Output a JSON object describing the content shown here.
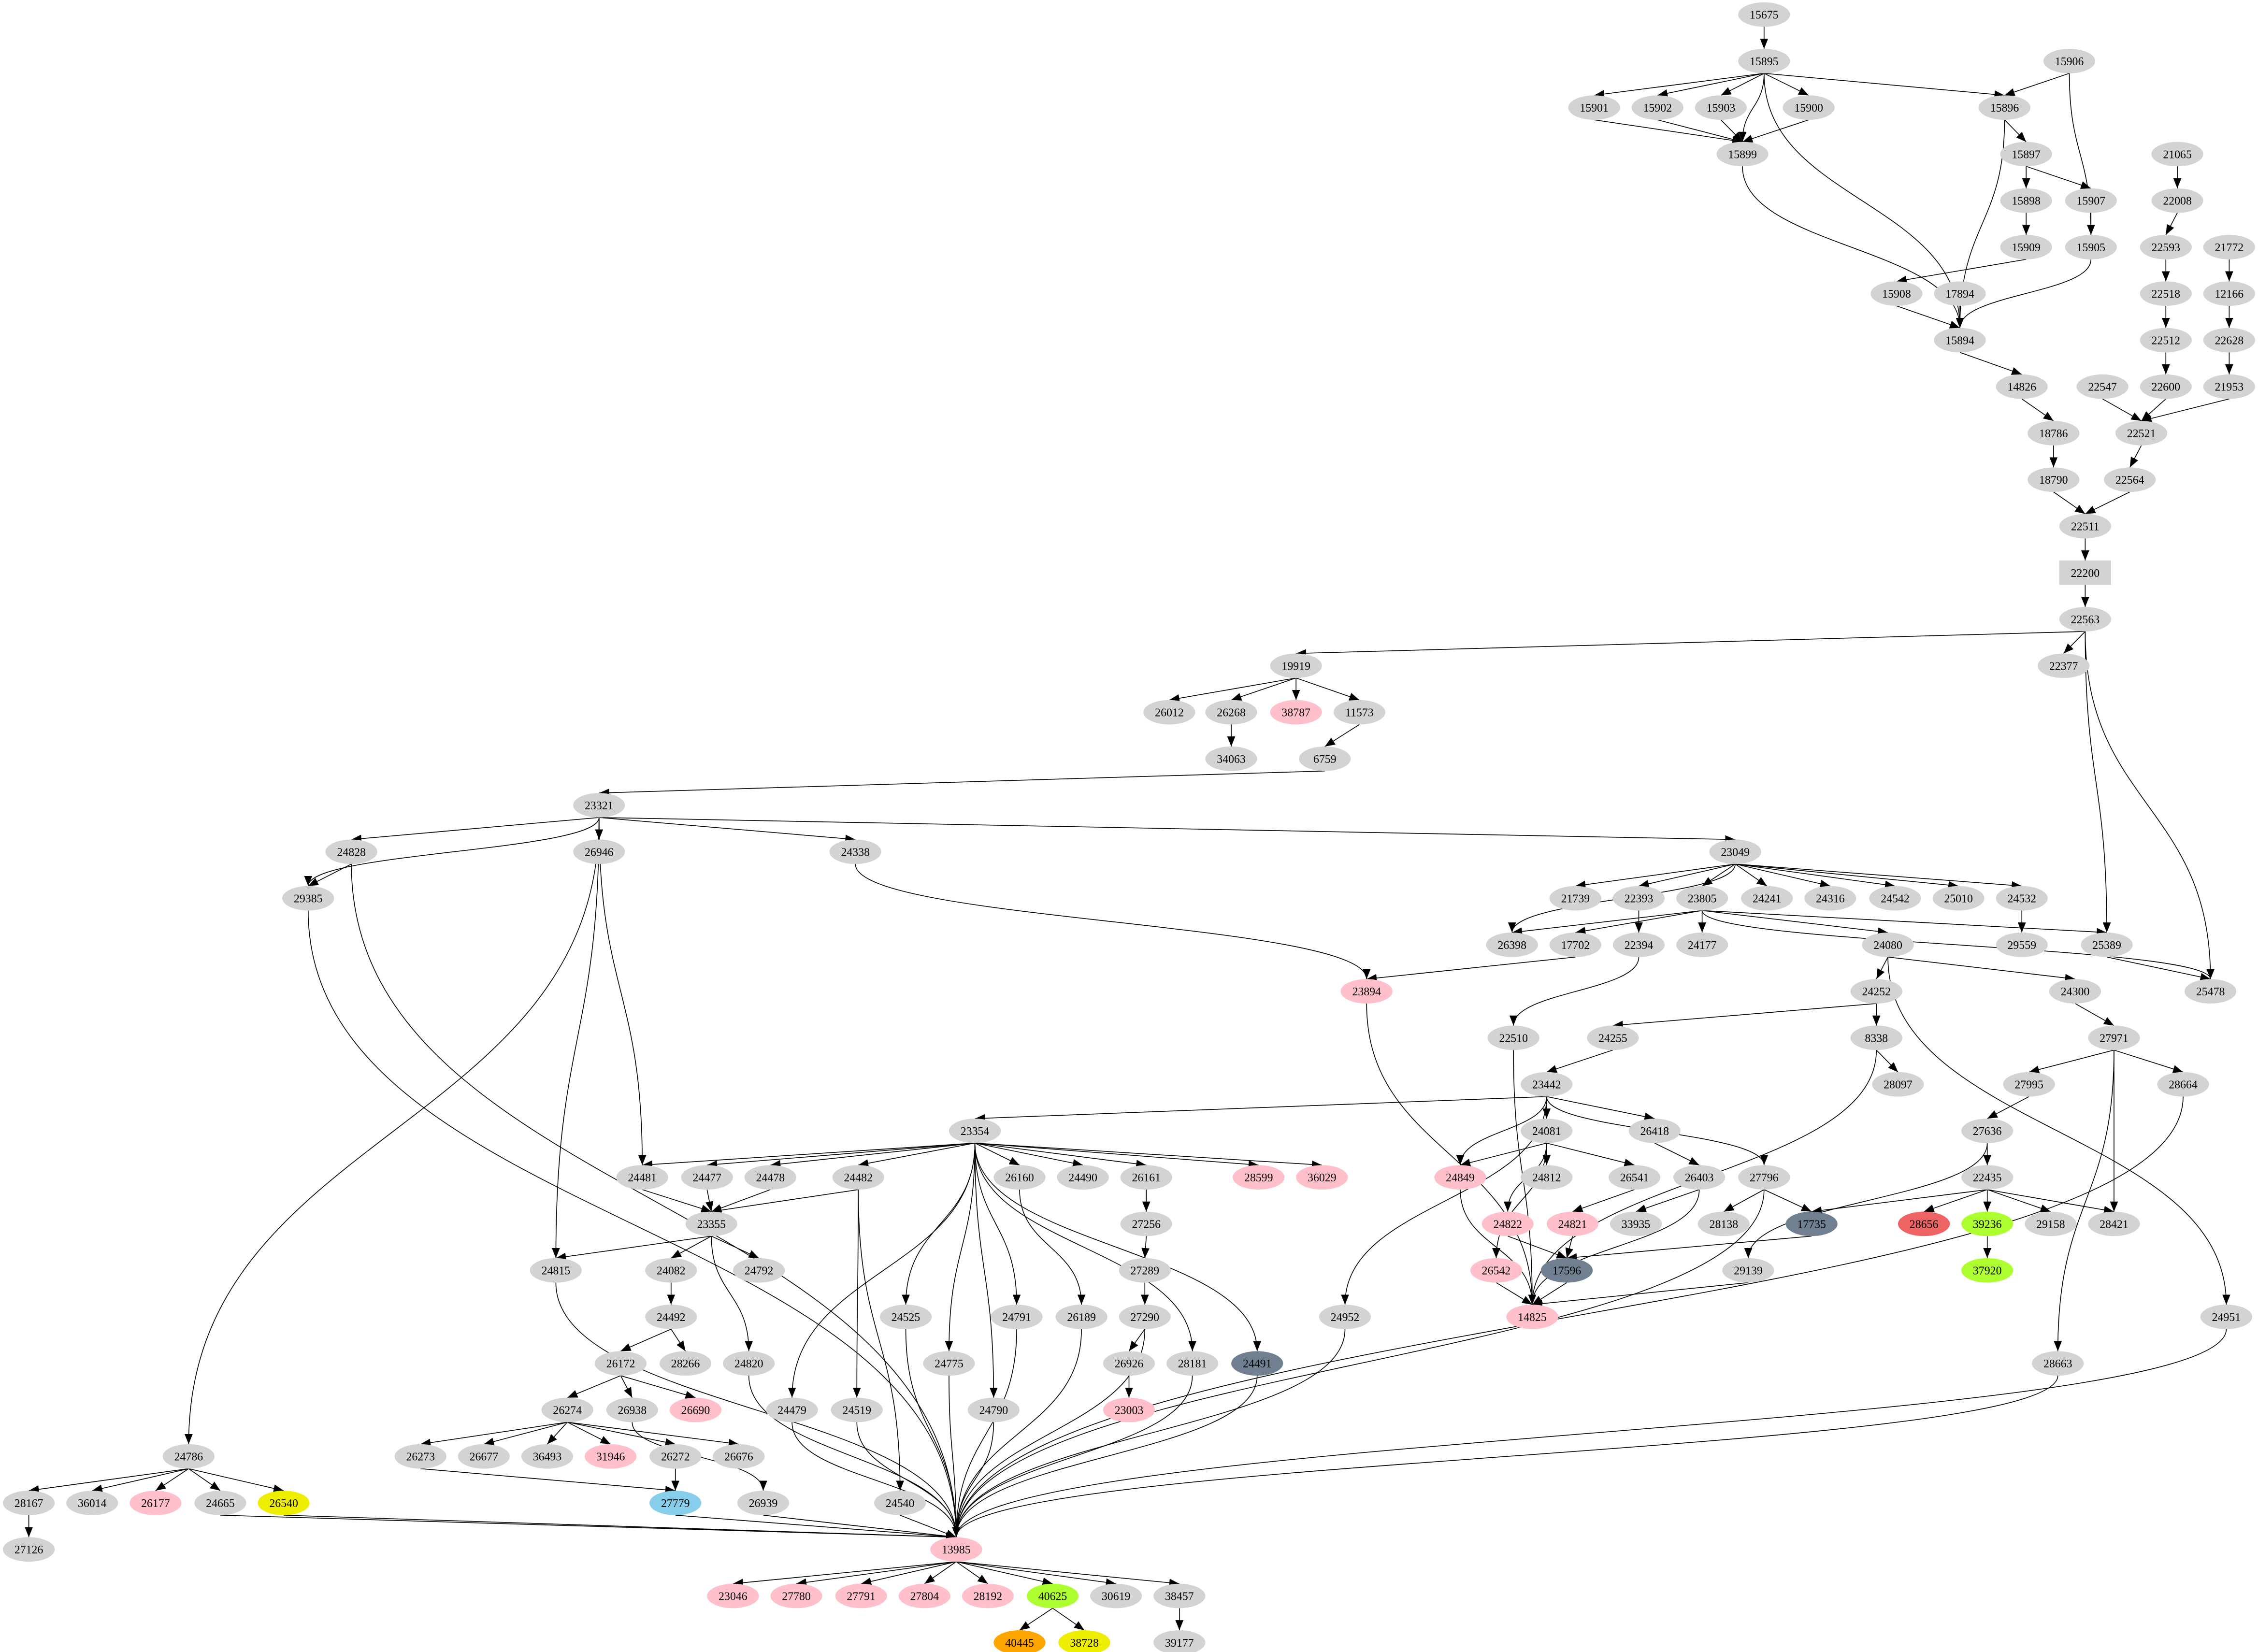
{
  "colors": {
    "default": "#d3d3d3",
    "pink": "#ffc0cb",
    "slate": "#708090",
    "skyblue": "#87ceeb",
    "yellow": "#eeee00",
    "green": "#adff2f",
    "orange": "#ffa500",
    "red": "#ee6363"
  },
  "special_nodes": {
    "pink": [
      "38787",
      "23894",
      "28599",
      "36029",
      "24849",
      "24822",
      "24821",
      "26542",
      "14825",
      "26690",
      "31946",
      "26177",
      "23003",
      "13985",
      "23046",
      "27780",
      "27791",
      "27804",
      "28192"
    ],
    "slate": [
      "17735",
      "17596",
      "24491"
    ],
    "skyblue": [
      "27779"
    ],
    "yellow": [
      "26540",
      "38728"
    ],
    "green": [
      "39236",
      "37920",
      "40625"
    ],
    "orange": [
      "40445"
    ],
    "red": [
      "28656"
    ],
    "box": [
      "22200"
    ]
  },
  "nodes": [
    "15675",
    "15895",
    "15906",
    "15901",
    "15902",
    "15903",
    "15900",
    "15896",
    "15899",
    "15897",
    "21065",
    "15898",
    "15907",
    "22008",
    "15909",
    "15905",
    "22593",
    "21772",
    "15908",
    "17894",
    "22518",
    "12166",
    "15894",
    "22512",
    "22628",
    "14826",
    "22547",
    "22600",
    "21953",
    "18786",
    "22521",
    "18790",
    "22564",
    "22511",
    "22200",
    "22563",
    "19919",
    "22377",
    "26012",
    "26268",
    "38787",
    "11573",
    "34063",
    "6759",
    "23321",
    "24828",
    "26946",
    "24338",
    "23049",
    "29385",
    "21739",
    "22393",
    "23805",
    "24241",
    "24316",
    "24542",
    "25010",
    "24532",
    "26398",
    "17702",
    "22394",
    "24177",
    "24080",
    "29559",
    "25389",
    "23894",
    "24252",
    "24300",
    "25478",
    "22510",
    "24255",
    "8338",
    "27971",
    "23442",
    "28097",
    "27995",
    "28664",
    "23354",
    "24081",
    "26418",
    "27636",
    "24481",
    "24477",
    "24478",
    "24482",
    "26160",
    "24490",
    "26161",
    "28599",
    "36029",
    "24849",
    "24812",
    "26541",
    "26403",
    "27796",
    "22435",
    "23355",
    "27256",
    "24822",
    "24821",
    "33935",
    "28138",
    "17735",
    "28656",
    "39236",
    "29158",
    "28421",
    "24815",
    "24082",
    "24792",
    "27289",
    "26542",
    "17596",
    "29139",
    "37920",
    "24492",
    "24525",
    "24791",
    "26189",
    "27290",
    "24952",
    "14825",
    "24951",
    "26172",
    "28266",
    "24820",
    "24775",
    "26926",
    "28181",
    "24491",
    "28663",
    "26274",
    "26938",
    "26690",
    "24479",
    "24519",
    "24790",
    "23003",
    "24786",
    "26273",
    "26677",
    "36493",
    "31946",
    "26272",
    "26676",
    "28167",
    "36014",
    "26177",
    "24665",
    "26540",
    "27779",
    "26939",
    "24540",
    "27126",
    "13985",
    "23046",
    "27780",
    "27791",
    "27804",
    "28192",
    "40625",
    "30619",
    "38457",
    "40445",
    "38728",
    "39177"
  ],
  "edges": [
    [
      "15675",
      "15895"
    ],
    [
      "15895",
      "15901"
    ],
    [
      "15895",
      "15902"
    ],
    [
      "15895",
      "15903"
    ],
    [
      "15895",
      "15900"
    ],
    [
      "15895",
      "15899"
    ],
    [
      "15895",
      "15896"
    ],
    [
      "15895",
      "15894"
    ],
    [
      "15901",
      "15899"
    ],
    [
      "15902",
      "15899"
    ],
    [
      "15903",
      "15899"
    ],
    [
      "15900",
      "15899"
    ],
    [
      "15899",
      "15894"
    ],
    [
      "15906",
      "15896"
    ],
    [
      "15906",
      "15905"
    ],
    [
      "15896",
      "15897"
    ],
    [
      "15896",
      "15894"
    ],
    [
      "15897",
      "15898"
    ],
    [
      "15897",
      "15907"
    ],
    [
      "15898",
      "15909"
    ],
    [
      "15907",
      "15905"
    ],
    [
      "15909",
      "15908"
    ],
    [
      "15905",
      "15894"
    ],
    [
      "15908",
      "15894"
    ],
    [
      "17894",
      "15894"
    ],
    [
      "15894",
      "14826"
    ],
    [
      "14826",
      "18786"
    ],
    [
      "18786",
      "18790"
    ],
    [
      "18790",
      "22511"
    ],
    [
      "21065",
      "22008"
    ],
    [
      "22008",
      "22593"
    ],
    [
      "22593",
      "22518"
    ],
    [
      "22518",
      "22512"
    ],
    [
      "22512",
      "22600"
    ],
    [
      "22600",
      "22521"
    ],
    [
      "21772",
      "12166"
    ],
    [
      "12166",
      "22628"
    ],
    [
      "22628",
      "21953"
    ],
    [
      "21953",
      "22521"
    ],
    [
      "22547",
      "22521"
    ],
    [
      "22521",
      "22564"
    ],
    [
      "22564",
      "22511"
    ],
    [
      "22511",
      "22200"
    ],
    [
      "22200",
      "22563"
    ],
    [
      "22563",
      "19919"
    ],
    [
      "22563",
      "22377"
    ],
    [
      "22563",
      "25389"
    ],
    [
      "22563",
      "25478"
    ],
    [
      "19919",
      "26012"
    ],
    [
      "19919",
      "26268"
    ],
    [
      "19919",
      "38787"
    ],
    [
      "19919",
      "11573"
    ],
    [
      "26268",
      "34063"
    ],
    [
      "11573",
      "6759"
    ],
    [
      "6759",
      "23321"
    ],
    [
      "23321",
      "29385"
    ],
    [
      "23321",
      "24828"
    ],
    [
      "23321",
      "24786"
    ],
    [
      "23321",
      "26946"
    ],
    [
      "23321",
      "24338"
    ],
    [
      "23321",
      "23049"
    ],
    [
      "23321",
      "24815"
    ],
    [
      "23321",
      "24481"
    ],
    [
      "24828",
      "29385"
    ],
    [
      "24828",
      "13985"
    ],
    [
      "29385",
      "13985"
    ],
    [
      "24338",
      "23894"
    ],
    [
      "23049",
      "26398"
    ],
    [
      "23049",
      "21739"
    ],
    [
      "23049",
      "22393"
    ],
    [
      "23049",
      "23805"
    ],
    [
      "23049",
      "24241"
    ],
    [
      "23049",
      "24316"
    ],
    [
      "23049",
      "24542"
    ],
    [
      "23049",
      "25010"
    ],
    [
      "23049",
      "24532"
    ],
    [
      "22393",
      "22394"
    ],
    [
      "23805",
      "26398"
    ],
    [
      "23805",
      "17702"
    ],
    [
      "23805",
      "24177"
    ],
    [
      "23805",
      "24080"
    ],
    [
      "23805",
      "25389"
    ],
    [
      "23805",
      "25478"
    ],
    [
      "24532",
      "29559"
    ],
    [
      "25389",
      "25478"
    ],
    [
      "17702",
      "23894"
    ],
    [
      "22394",
      "22510"
    ],
    [
      "23894",
      "14825"
    ],
    [
      "22510",
      "14825"
    ],
    [
      "24080",
      "24252"
    ],
    [
      "24080",
      "24300"
    ],
    [
      "24080",
      "24951"
    ],
    [
      "24252",
      "24255"
    ],
    [
      "24252",
      "8338"
    ],
    [
      "24300",
      "27971"
    ],
    [
      "8338",
      "28097"
    ],
    [
      "8338",
      "14825"
    ],
    [
      "24255",
      "23442"
    ],
    [
      "23442",
      "23354"
    ],
    [
      "23442",
      "24081"
    ],
    [
      "23442",
      "26418"
    ],
    [
      "23442",
      "27796"
    ],
    [
      "23442",
      "24849"
    ],
    [
      "23442",
      "24952"
    ],
    [
      "24081",
      "24849"
    ],
    [
      "24081",
      "24812"
    ],
    [
      "24081",
      "26541"
    ],
    [
      "24081",
      "24822"
    ],
    [
      "24081",
      "26542"
    ],
    [
      "26418",
      "26403"
    ],
    [
      "26541",
      "24821"
    ],
    [
      "26403",
      "33935"
    ],
    [
      "26403",
      "14825"
    ],
    [
      "27796",
      "28138"
    ],
    [
      "27796",
      "17735"
    ],
    [
      "27796",
      "13985"
    ],
    [
      "24822",
      "17596"
    ],
    [
      "24821",
      "17596"
    ],
    [
      "17735",
      "17596"
    ],
    [
      "26542",
      "14825"
    ],
    [
      "17596",
      "14825"
    ],
    [
      "29139",
      "14825"
    ],
    [
      "24849",
      "14825"
    ],
    [
      "27971",
      "27995"
    ],
    [
      "27971",
      "28664"
    ],
    [
      "27971",
      "28421"
    ],
    [
      "27971",
      "28663"
    ],
    [
      "27995",
      "27636"
    ],
    [
      "27636",
      "22435"
    ],
    [
      "27636",
      "29139"
    ],
    [
      "22435",
      "17735"
    ],
    [
      "22435",
      "28656"
    ],
    [
      "22435",
      "39236"
    ],
    [
      "22435",
      "29158"
    ],
    [
      "22435",
      "28421"
    ],
    [
      "39236",
      "37920"
    ],
    [
      "28664",
      "13985"
    ],
    [
      "28663",
      "13985"
    ],
    [
      "24951",
      "13985"
    ],
    [
      "24952",
      "13985"
    ],
    [
      "23354",
      "24481"
    ],
    [
      "23354",
      "24477"
    ],
    [
      "23354",
      "24478"
    ],
    [
      "23354",
      "24482"
    ],
    [
      "23354",
      "26160"
    ],
    [
      "23354",
      "24490"
    ],
    [
      "23354",
      "26161"
    ],
    [
      "23354",
      "28599"
    ],
    [
      "23354",
      "36029"
    ],
    [
      "23354",
      "24479"
    ],
    [
      "23354",
      "24525"
    ],
    [
      "23354",
      "24775"
    ],
    [
      "23354",
      "24790"
    ],
    [
      "23354",
      "24791"
    ],
    [
      "23354",
      "28181"
    ],
    [
      "23354",
      "24491"
    ],
    [
      "24481",
      "23355"
    ],
    [
      "24477",
      "23355"
    ],
    [
      "24478",
      "23355"
    ],
    [
      "24482",
      "23355"
    ],
    [
      "24482",
      "24519"
    ],
    [
      "24482",
      "24540"
    ],
    [
      "23355",
      "24815"
    ],
    [
      "23355",
      "24082"
    ],
    [
      "23355",
      "24792"
    ],
    [
      "23355",
      "24820"
    ],
    [
      "24082",
      "24492"
    ],
    [
      "24492",
      "26172"
    ],
    [
      "24492",
      "28266"
    ],
    [
      "26172",
      "26274"
    ],
    [
      "26172",
      "26938"
    ],
    [
      "26172",
      "26690"
    ],
    [
      "26274",
      "26273"
    ],
    [
      "26274",
      "26677"
    ],
    [
      "26274",
      "36493"
    ],
    [
      "26274",
      "31946"
    ],
    [
      "26274",
      "26272"
    ],
    [
      "26274",
      "26676"
    ],
    [
      "26938",
      "26939"
    ],
    [
      "26273",
      "27779"
    ],
    [
      "26272",
      "27779"
    ],
    [
      "24786",
      "28167"
    ],
    [
      "24786",
      "36014"
    ],
    [
      "24786",
      "26177"
    ],
    [
      "24786",
      "24665"
    ],
    [
      "24786",
      "26540"
    ],
    [
      "28167",
      "27126"
    ],
    [
      "24665",
      "13985"
    ],
    [
      "26540",
      "13985"
    ],
    [
      "24815",
      "13985"
    ],
    [
      "27779",
      "13985"
    ],
    [
      "26939",
      "13985"
    ],
    [
      "24540",
      "13985"
    ],
    [
      "24820",
      "13985"
    ],
    [
      "24479",
      "13985"
    ],
    [
      "24519",
      "13985"
    ],
    [
      "24525",
      "13985"
    ],
    [
      "24775",
      "13985"
    ],
    [
      "24790",
      "13985"
    ],
    [
      "24791",
      "13985"
    ],
    [
      "26189",
      "13985"
    ],
    [
      "27290",
      "13985"
    ],
    [
      "28181",
      "13985"
    ],
    [
      "24491",
      "13985"
    ],
    [
      "26160",
      "26189"
    ],
    [
      "26161",
      "27256"
    ],
    [
      "27256",
      "27289"
    ],
    [
      "27289",
      "27290"
    ],
    [
      "27290",
      "26926"
    ],
    [
      "26926",
      "23003"
    ],
    [
      "13985",
      "23046"
    ],
    [
      "13985",
      "27780"
    ],
    [
      "13985",
      "27791"
    ],
    [
      "13985",
      "27804"
    ],
    [
      "13985",
      "28192"
    ],
    [
      "13985",
      "40625"
    ],
    [
      "13985",
      "30619"
    ],
    [
      "13985",
      "38457"
    ],
    [
      "40625",
      "40445"
    ],
    [
      "40625",
      "38728"
    ],
    [
      "38457",
      "39177"
    ]
  ]
}
